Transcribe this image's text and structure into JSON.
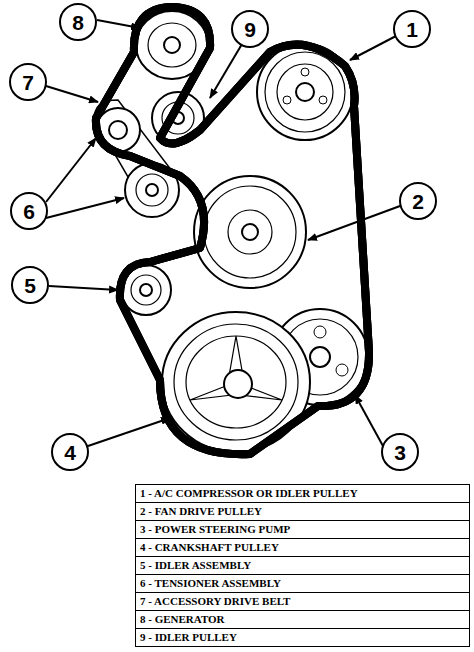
{
  "diagram": {
    "nodes": [
      {
        "text": [
          "8"
        ]
      },
      {
        "text": [
          "9"
        ]
      },
      {
        "text": [
          "1"
        ]
      },
      {
        "text": [
          "7"
        ]
      },
      {
        "text": [
          "2"
        ]
      },
      {
        "text": [
          "6"
        ]
      },
      {
        "text": [
          "5"
        ]
      },
      {
        "text": [
          "4"
        ]
      },
      {
        "text": [
          "3"
        ]
      }
    ],
    "labels": [
      "1 - A/C COMPRESSOR OR IDLER PULLEY",
      "2 - FAN DRIVE PULLEY",
      "3 - POWER STEERING PUMP",
      "4 - CRANKSHAFT PULLEY",
      "5 - IDLER ASSEMBLY",
      "6 - TENSIONER ASSEMBLY",
      "7 - ACCESSORY DRIVE BELT",
      "8 - GENERATOR",
      "9 - IDLER PULLEY"
    ]
  }
}
